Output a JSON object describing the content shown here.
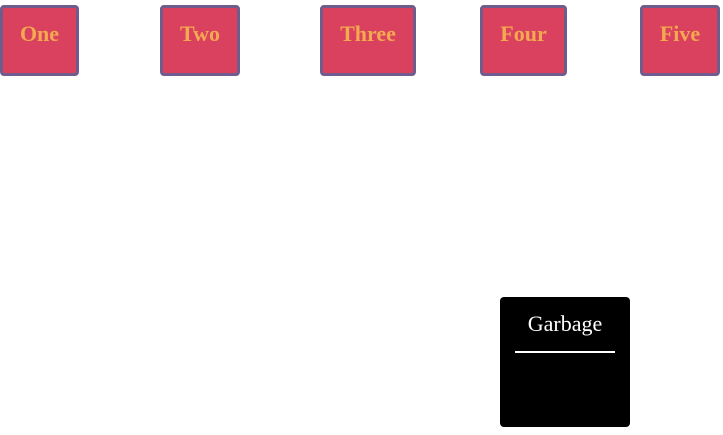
{
  "tiles": [
    {
      "label": "One"
    },
    {
      "label": "Two"
    },
    {
      "label": "Three"
    },
    {
      "label": "Four"
    },
    {
      "label": "Five"
    }
  ],
  "garbage": {
    "title": "Garbage"
  },
  "colors": {
    "tile_fill": "#d9415f",
    "tile_border": "#6f5c8c",
    "tile_text": "#f3a94f",
    "garbage_fill": "#000000",
    "garbage_text": "#ffffff"
  }
}
